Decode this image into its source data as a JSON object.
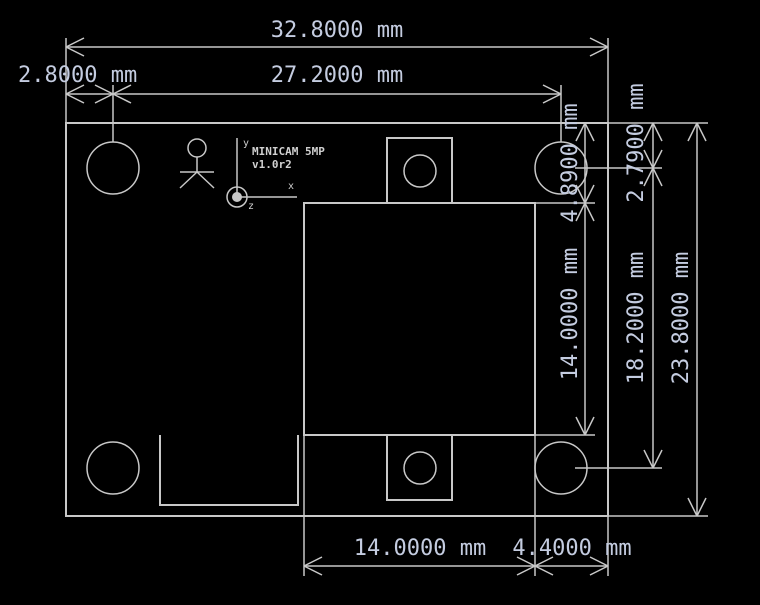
{
  "board": {
    "silkscreen_title": "MINICAM 5MP",
    "silkscreen_version": "v1.0r2"
  },
  "axes": {
    "x": "x",
    "y": "y",
    "z": "z"
  },
  "dimensions": {
    "overall_width": "32.8000 mm",
    "hole_offset_x": "2.8000 mm",
    "hole_spacing_x": "27.2000 mm",
    "sensor_offset_y": "4.8900 mm",
    "sensor_height": "14.0000 mm",
    "hole_offset_y": "2.7900 mm",
    "hole_spacing_y": "18.2000 mm",
    "overall_height": "23.8000 mm",
    "sensor_width": "14.0000 mm",
    "sensor_edge_x": "4.4000 mm"
  },
  "colors": {
    "background": "#000000",
    "outline": "#c8c8c8",
    "dimension_text": "#c4cce0"
  }
}
